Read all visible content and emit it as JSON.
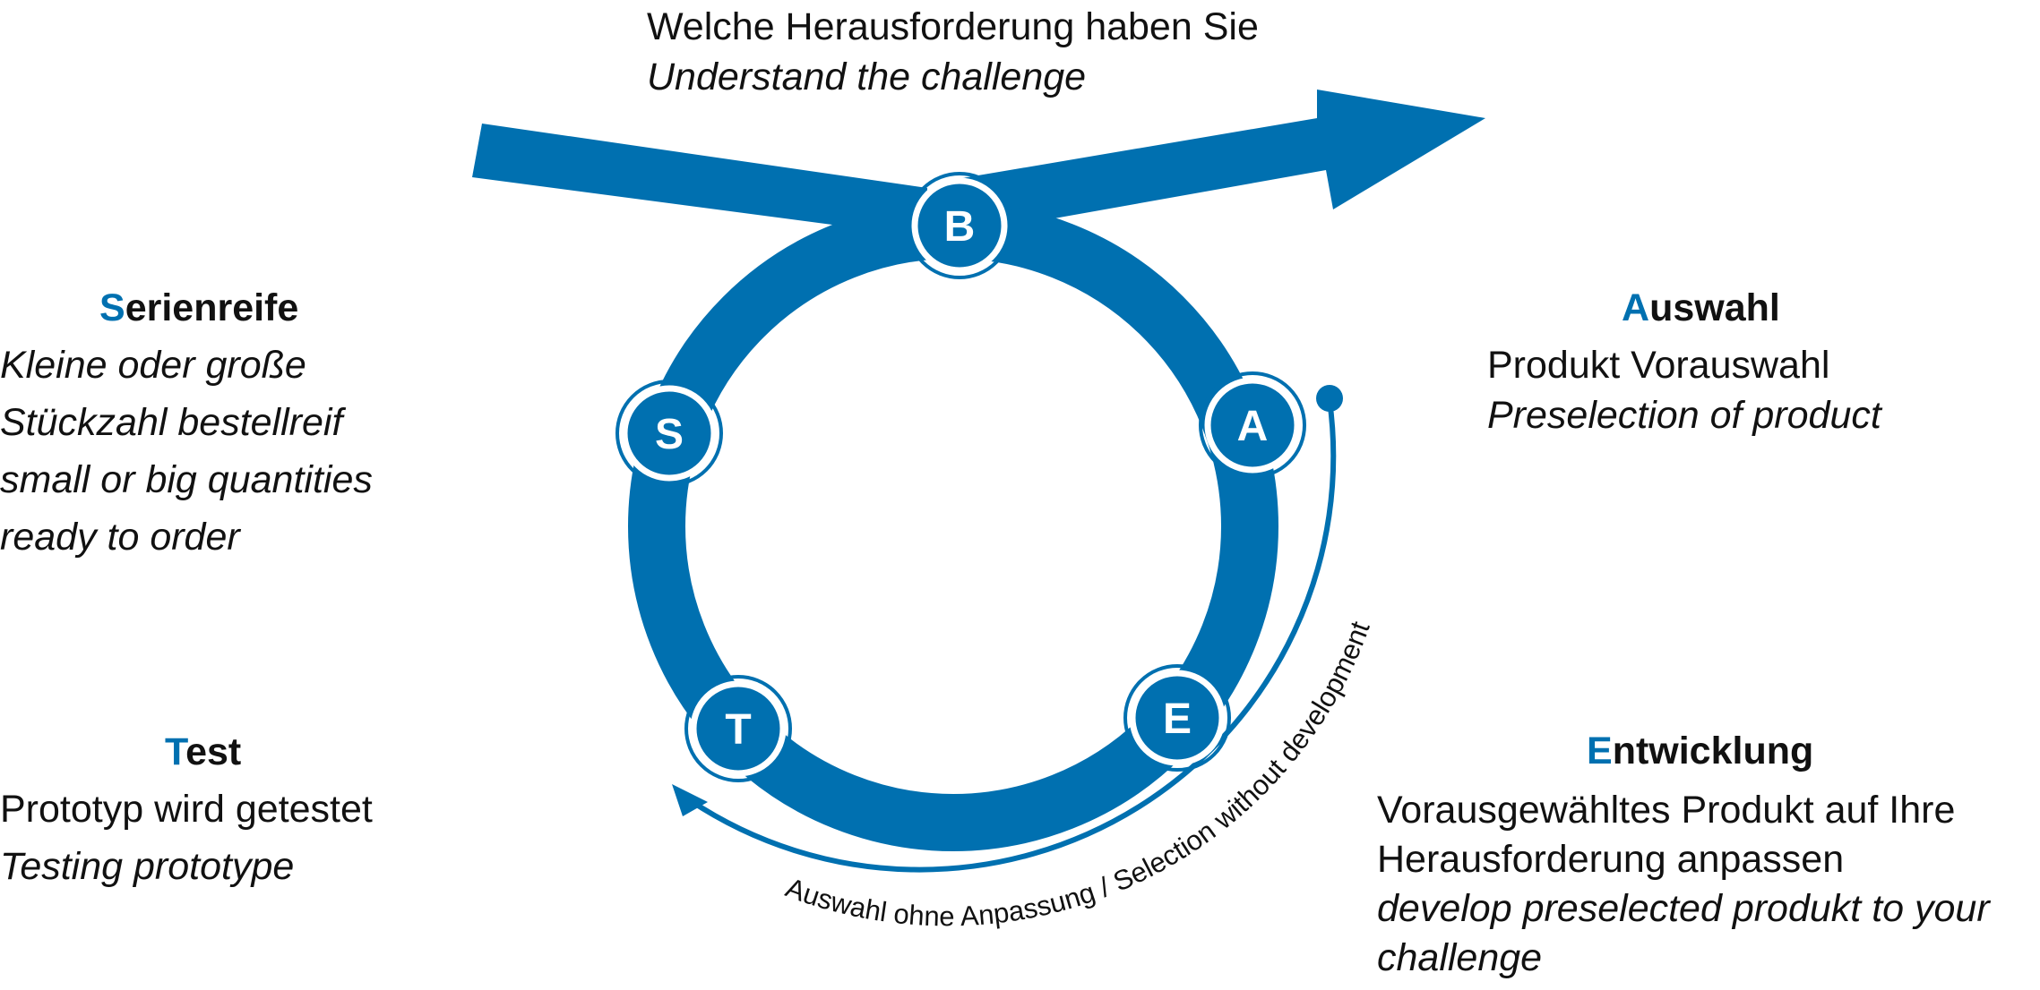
{
  "colors": {
    "accent": "#0070b0",
    "text": "#111111",
    "background": "#ffffff"
  },
  "top": {
    "line1": "Welche Herausforderung haben Sie",
    "line2": "Understand the challenge"
  },
  "nodes": {
    "b": "B",
    "a": "A",
    "e": "E",
    "t": "T",
    "s": "S"
  },
  "serienreife": {
    "initial": "S",
    "rest": "erienreife",
    "lines": [
      "Kleine oder große",
      "Stückzahl bestellreif",
      "small or big quantities",
      "ready to order"
    ]
  },
  "auswahl": {
    "initial": "A",
    "rest": "uswahl",
    "line1": "Produkt Vorauswahl",
    "line2": "Preselection of product"
  },
  "test": {
    "initial": "T",
    "rest": "est",
    "line1": "Prototyp wird getestet",
    "line2": "Testing prototype"
  },
  "entwicklung": {
    "initial": "E",
    "rest": "ntwicklung",
    "line1": "Vorausgewähltes Produkt auf Ihre",
    "line2": "Herausforderung anpassen",
    "line3": "develop preselected produkt to your",
    "line4": "challenge"
  },
  "shortcut_label": "Auswahl ohne Anpassung / Selection without development"
}
